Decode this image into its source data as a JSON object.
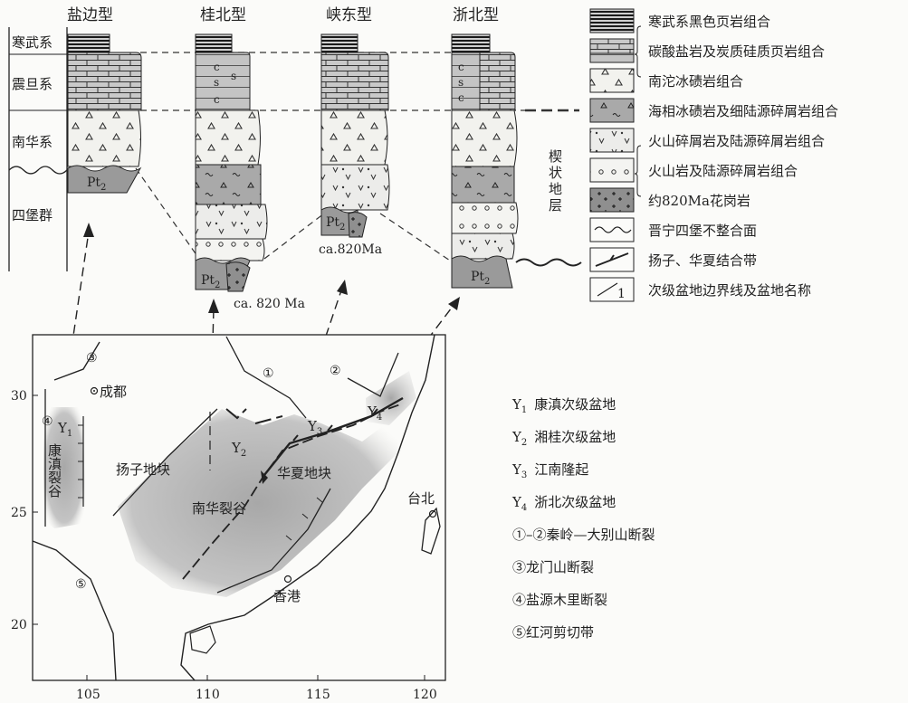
{
  "columns": {
    "yanbian": "盐边型",
    "guibei": "桂北型",
    "xiadong": "峡东型",
    "zhebei": "浙北型"
  },
  "strata": {
    "cambrian": "寒武系",
    "sinian": "震旦系",
    "nanhua": "南华系",
    "sibao": "四堡群"
  },
  "labels": {
    "pt2": "Pt",
    "pt2_sub": "2",
    "granite_age_1": "ca. 820 Ma",
    "granite_age_2": "ca.820Ma",
    "wedge": [
      "楔",
      "状",
      "地",
      "层"
    ]
  },
  "legend": [
    {
      "key": "black-shale",
      "text": "寒武系黑色页岩组合"
    },
    {
      "key": "carbonate",
      "text": "碳酸盐岩及炭质硅质页岩组合"
    },
    {
      "key": "nantuo-tillite",
      "text": "南沱冰碛岩组合"
    },
    {
      "key": "marine-tillite",
      "text": "海相冰碛岩及细陆源碎屑岩组合"
    },
    {
      "key": "volcaniclastic",
      "text": "火山碎屑岩及陆源碎屑岩组合"
    },
    {
      "key": "volcanic",
      "text": "火山岩及陆源碎屑岩组合"
    },
    {
      "key": "granite",
      "text": "约820Ma花岗岩"
    },
    {
      "key": "unconformity",
      "text": "晋宁四堡不整合面"
    },
    {
      "key": "suture",
      "text": "扬子、华夏结合带"
    },
    {
      "key": "basin-boundary",
      "text": "次级盆地边界线及盆地名称"
    }
  ],
  "map": {
    "chengdu": "成都",
    "yangtze": "扬子地块",
    "cathaysia": "华夏地块",
    "rift": "南华裂谷",
    "kangdian_rift": "康滇裂谷",
    "taipei": "台北",
    "hongkong": "香港",
    "y1": "Y",
    "y1_sub": "1",
    "y2": "Y",
    "y2_sub": "2",
    "y3": "Y",
    "y3_sub": "3",
    "y4": "Y",
    "y4_sub": "4",
    "fault_1": "①",
    "fault_2": "②",
    "fault_3": "③",
    "fault_4": "④",
    "fault_5": "⑤",
    "x_ticks": [
      "105",
      "110",
      "115",
      "120"
    ],
    "y_ticks": [
      "30",
      "25",
      "20"
    ]
  },
  "key_list": [
    {
      "y": "Y",
      "sub": "1",
      "text": "康滇次级盆地"
    },
    {
      "y": "Y",
      "sub": "2",
      "text": "湘桂次级盆地"
    },
    {
      "y": "Y",
      "sub": "3",
      "text": "江南隆起"
    },
    {
      "y": "Y",
      "sub": "4",
      "text": "浙北次级盆地"
    },
    {
      "y": "",
      "sub": "",
      "text": "①–②秦岭—大别山断裂"
    },
    {
      "y": "",
      "sub": "",
      "text": "③龙门山断裂"
    },
    {
      "y": "",
      "sub": "",
      "text": "④盐源木里断裂"
    },
    {
      "y": "",
      "sub": "",
      "text": "⑤红河剪切带"
    }
  ]
}
